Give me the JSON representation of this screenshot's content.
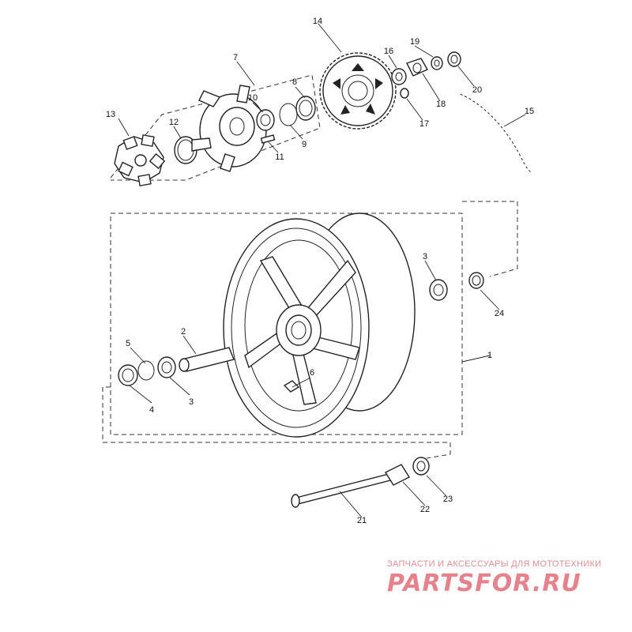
{
  "callouts": [
    {
      "id": "1",
      "label": "1"
    },
    {
      "id": "2",
      "label": "2"
    },
    {
      "id": "3a",
      "label": "3"
    },
    {
      "id": "3b",
      "label": "3"
    },
    {
      "id": "4",
      "label": "4"
    },
    {
      "id": "5",
      "label": "5"
    },
    {
      "id": "6",
      "label": "6"
    },
    {
      "id": "7",
      "label": "7"
    },
    {
      "id": "8",
      "label": "8"
    },
    {
      "id": "9",
      "label": "9"
    },
    {
      "id": "10",
      "label": "10"
    },
    {
      "id": "11",
      "label": "11"
    },
    {
      "id": "12",
      "label": "12"
    },
    {
      "id": "13",
      "label": "13"
    },
    {
      "id": "14",
      "label": "14"
    },
    {
      "id": "15",
      "label": "15"
    },
    {
      "id": "16",
      "label": "16"
    },
    {
      "id": "17",
      "label": "17"
    },
    {
      "id": "18",
      "label": "18"
    },
    {
      "id": "19",
      "label": "19"
    },
    {
      "id": "20",
      "label": "20"
    },
    {
      "id": "21",
      "label": "21"
    },
    {
      "id": "22",
      "label": "22"
    },
    {
      "id": "23",
      "label": "23"
    },
    {
      "id": "24",
      "label": "24"
    }
  ],
  "watermark": {
    "tagline": "ЗАПЧАСТИ И АКСЕССУАРЫ ДЛЯ МОТОТЕХНИКИ",
    "brand": "PARTSFOR.RU",
    "color": "#e6828b"
  }
}
